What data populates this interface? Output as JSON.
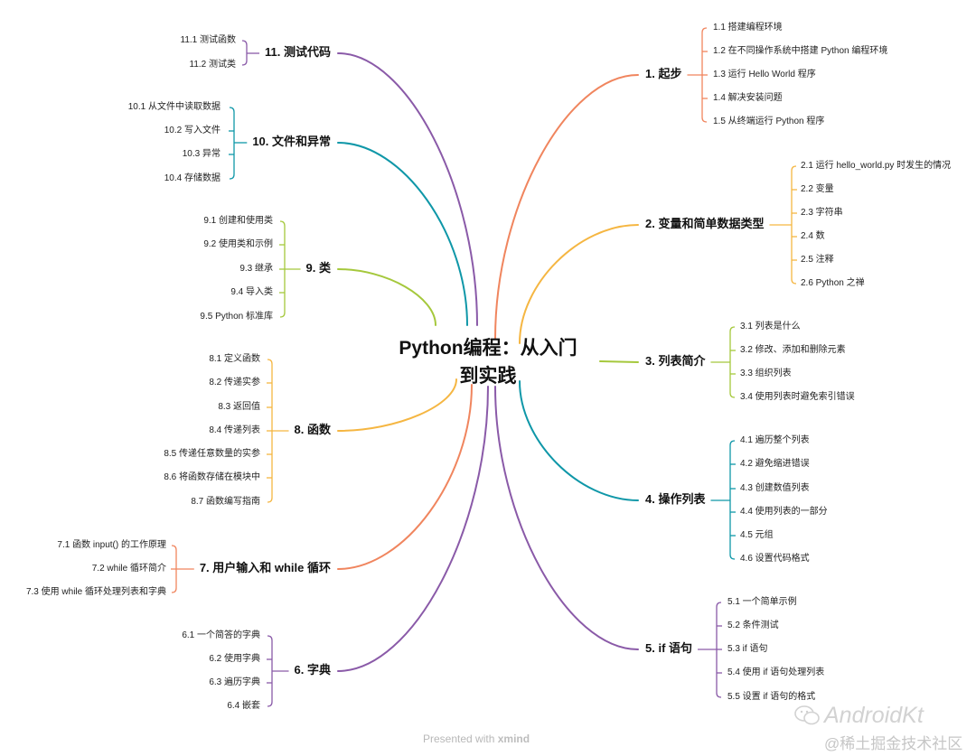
{
  "title": [
    "Python编程：从入门",
    "到实践"
  ],
  "branches": [
    {
      "label": "1. 起步",
      "color": "#f0855e",
      "items": [
        "1.1 搭建编程环境",
        "1.2 在不同操作系统中搭建 Python 编程环境",
        "1.3 运行 Hello World 程序",
        "1.4 解决安装问题",
        "1.5 从终端运行 Python 程序"
      ]
    },
    {
      "label": "2. 变量和简单数据类型",
      "color": "#f5b642",
      "items": [
        "2.1 运行 hello_world.py 时发生的情况",
        "2.2 变量",
        "2.3 字符串",
        "2.4 数",
        "2.5 注释",
        "2.6 Python 之禅"
      ]
    },
    {
      "label": "3. 列表简介",
      "color": "#a5c83c",
      "items": [
        "3.1 列表是什么",
        "3.2 修改、添加和删除元素",
        "3.3 组织列表",
        "3.4 使用列表时避免索引错误"
      ]
    },
    {
      "label": "4. 操作列表",
      "color": "#0f97a8",
      "items": [
        "4.1 遍历整个列表",
        "4.2 避免缩进错误",
        "4.3 创建数值列表",
        "4.4 使用列表的一部分",
        "4.5 元组",
        "4.6 设置代码格式"
      ]
    },
    {
      "label": "5. if 语句",
      "color": "#8a5aa8",
      "items": [
        "5.1 一个简单示例",
        "5.2 条件测试",
        "5.3 if 语句",
        "5.4 使用 if 语句处理列表",
        "5.5 设置 if 语句的格式"
      ]
    },
    {
      "label": "6. 字典",
      "color": "#8a5aa8",
      "items": [
        "6.1 一个简答的字典",
        "6.2 使用字典",
        "6.3 遍历字典",
        "6.4 嵌套"
      ]
    },
    {
      "label": "7. 用户输入和 while 循环",
      "color": "#f0855e",
      "items": [
        "7.1 函数 input() 的工作原理",
        "7.2 while 循环简介",
        "7.3 使用 while 循环处理列表和字典"
      ]
    },
    {
      "label": "8. 函数",
      "color": "#f5b642",
      "items": [
        "8.1 定义函数",
        "8.2 传递实参",
        "8.3 返回值",
        "8.4 传递列表",
        "8.5 传递任意数量的实参",
        "8.6 将函数存储在模块中",
        "8.7 函数编写指南"
      ]
    },
    {
      "label": "9. 类",
      "color": "#a5c83c",
      "items": [
        "9.1 创建和使用类",
        "9.2 使用类和示例",
        "9.3 继承",
        "9.4 导入类",
        "9.5 Python 标准库"
      ]
    },
    {
      "label": "10. 文件和异常",
      "color": "#0f97a8",
      "items": [
        "10.1 从文件中读取数据",
        "10.2 写入文件",
        "10.3 异常",
        "10.4 存储数据"
      ]
    },
    {
      "label": "11. 测试代码",
      "color": "#8a5aa8",
      "items": [
        "11.1 测试函数",
        "11.2 测试类"
      ]
    }
  ],
  "footer": {
    "prefix": "Presented with",
    "brand": "xmind"
  },
  "watermark": {
    "line1": "AndroidKt",
    "line2": "@稀土掘金技术社区"
  }
}
